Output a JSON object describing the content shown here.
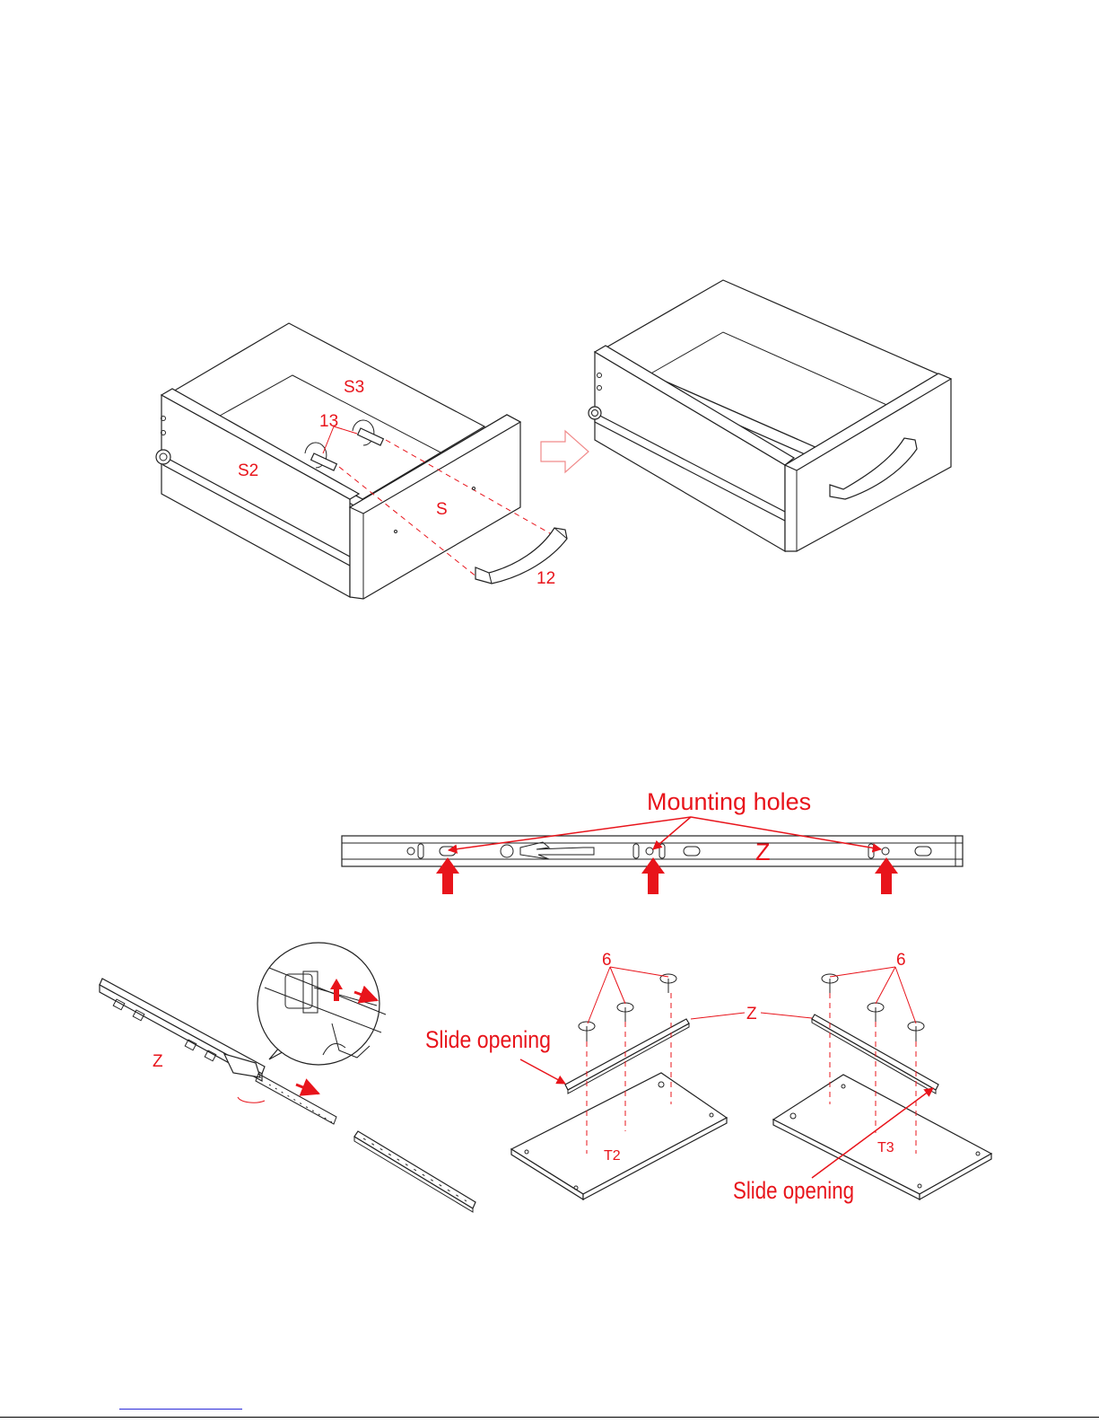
{
  "colors": {
    "label": "#e8141b",
    "line": "#222222",
    "link": "#2b2bd8"
  },
  "top_figure": {
    "parts": {
      "back": "S3",
      "screw": "13",
      "side": "S2",
      "front": "S",
      "handle": "12"
    }
  },
  "rail_detail": {
    "title": "Mounting holes",
    "rail": "Z"
  },
  "bottom_left": {
    "rail": "Z"
  },
  "bottom_center": {
    "screw": "6",
    "rail": "Z",
    "slide_opening": "Slide opening",
    "panel": "T2"
  },
  "bottom_right": {
    "screw": "6",
    "slide_opening": "Slide opening",
    "panel": "T3"
  }
}
